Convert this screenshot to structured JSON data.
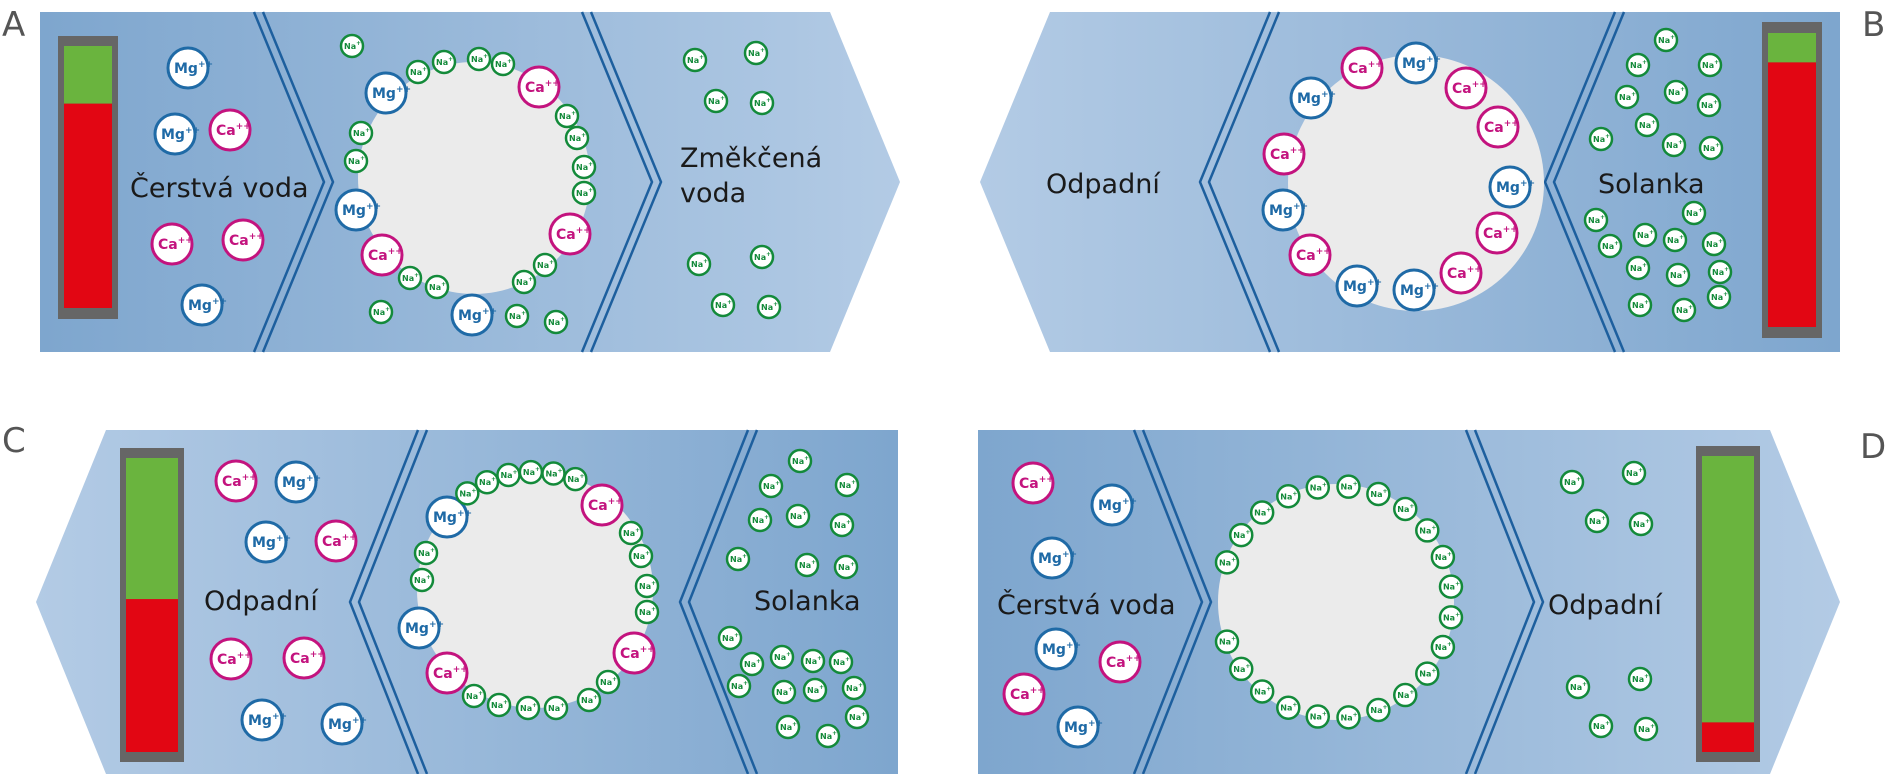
{
  "panels": [
    {
      "letter": "A",
      "labels": [
        "Čerstvá voda",
        "Změkčená voda"
      ],
      "level": {
        "green_fraction": 0.22,
        "red_fraction": 0.78
      }
    },
    {
      "letter": "B",
      "labels": [
        "Odpadní",
        "Solanka"
      ],
      "level": {
        "green_fraction": 0.1,
        "red_fraction": 0.9
      }
    },
    {
      "letter": "C",
      "labels": [
        "Odpadní",
        "Solanka"
      ],
      "level": {
        "green_fraction": 0.48,
        "red_fraction": 0.52
      }
    },
    {
      "letter": "D",
      "labels": [
        "Čerstvá voda",
        "Odpadní"
      ],
      "level": {
        "green_fraction": 0.9,
        "red_fraction": 0.1
      }
    }
  ],
  "ions": {
    "mg": {
      "base": "Mg",
      "charge": "++"
    },
    "ca": {
      "base": "Ca",
      "charge": "++"
    },
    "na": {
      "base": "Na",
      "charge": "+"
    }
  },
  "colors": {
    "mg": "#1f6aa6",
    "ca": "#c3137e",
    "na": "#138a3a",
    "level_green": "#6ab43e",
    "level_red": "#e20613",
    "frame": "#666666",
    "resin": "#ebebeb",
    "separator": "#1d5f9e"
  }
}
